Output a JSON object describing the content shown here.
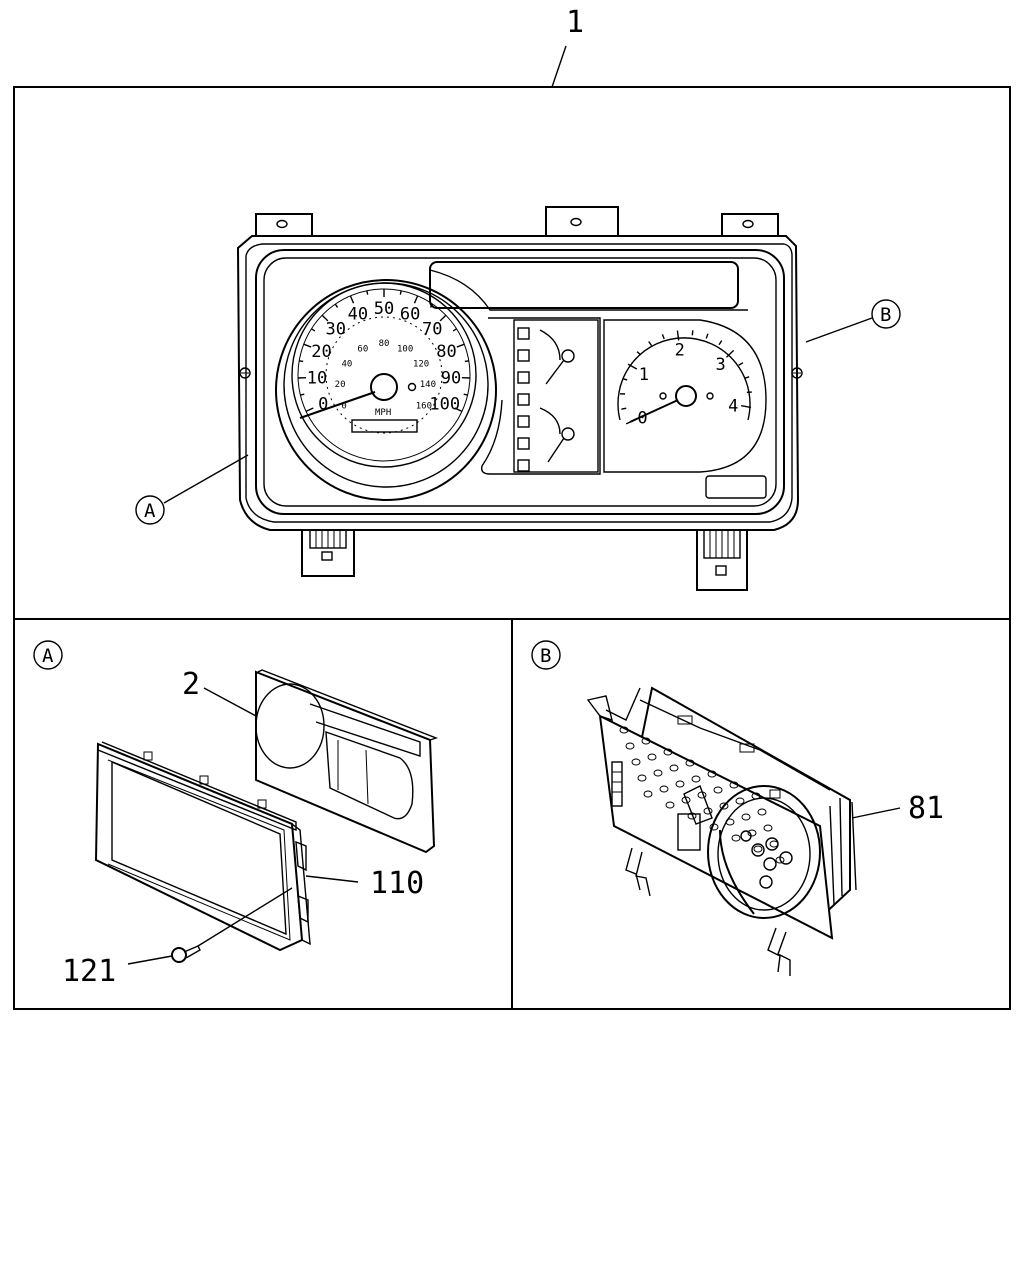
{
  "callouts": {
    "assembly": "1",
    "lens": "2",
    "bezel": "110",
    "screw": "121",
    "movement": "81"
  },
  "views": {
    "a": "A",
    "b": "B"
  },
  "speedometer": {
    "mph_ticks": [
      "0",
      "10",
      "20",
      "30",
      "40",
      "50",
      "60",
      "70",
      "80",
      "90",
      "100"
    ],
    "kmh_ticks": [
      "0",
      "20",
      "40",
      "60",
      "80",
      "100",
      "120",
      "140",
      "160"
    ],
    "unit": "MPH"
  },
  "tachometer": {
    "ticks": [
      "0",
      "1",
      "2",
      "3",
      "4"
    ]
  }
}
